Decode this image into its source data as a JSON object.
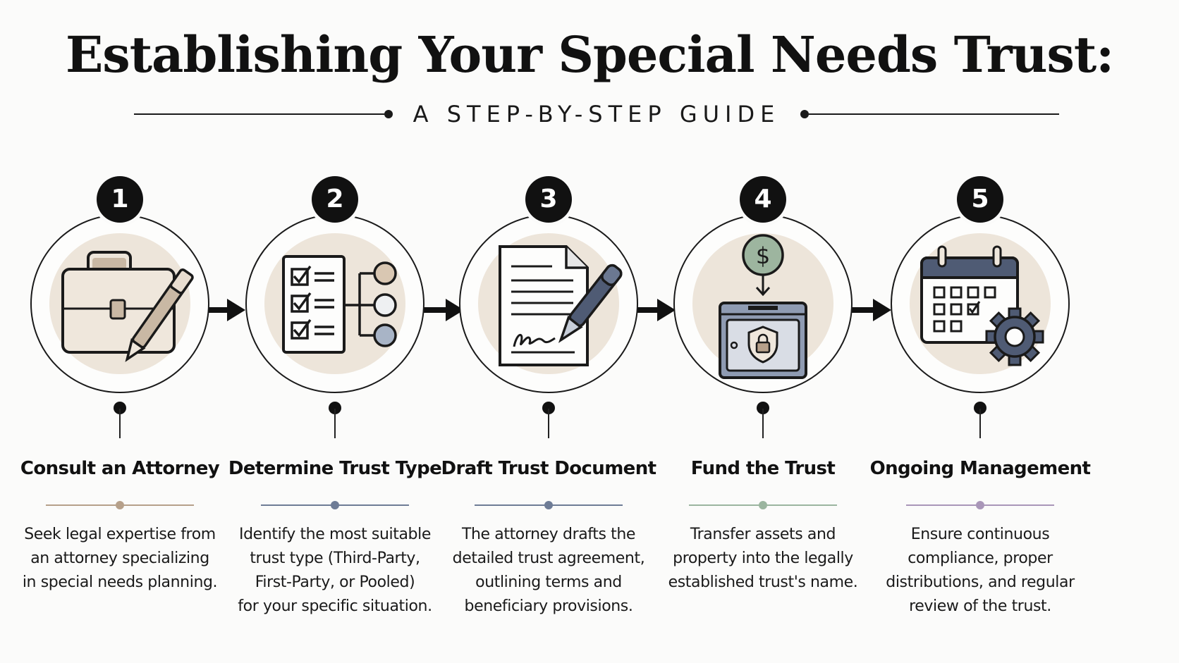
{
  "title": "Establishing Your Special Needs Trust:",
  "subtitle": "A STEP-BY-STEP GUIDE",
  "colors": {
    "ink": "#111111",
    "disc": "#ede5da",
    "tan": "#b6a08a",
    "slate": "#6e7c96",
    "sage": "#9bb59f",
    "lavender": "#a996b8"
  },
  "steps": [
    {
      "number": "1",
      "icon": "briefcase-pen-icon",
      "title": "Consult an Attorney",
      "divider_color": "#b6a08a",
      "desc": [
        "Seek legal expertise from",
        "an attorney specializing",
        "in special needs planning."
      ]
    },
    {
      "number": "2",
      "icon": "checklist-options-icon",
      "title": "Determine Trust Type",
      "divider_color": "#6e7c96",
      "desc": [
        "Identify the most suitable",
        "trust type (Third-Party,",
        "First-Party, or Pooled)",
        "for your specific situation."
      ]
    },
    {
      "number": "3",
      "icon": "document-signature-icon",
      "title": "Draft Trust Document",
      "divider_color": "#6e7c96",
      "desc": [
        "The attorney drafts the",
        "detailed trust agreement,",
        "outlining terms and",
        "beneficiary provisions."
      ]
    },
    {
      "number": "4",
      "icon": "money-safe-icon",
      "title": "Fund the Trust",
      "divider_color": "#9bb59f",
      "desc": [
        "Transfer assets and",
        "property into the legally",
        "established trust's name."
      ]
    },
    {
      "number": "5",
      "icon": "calendar-gear-icon",
      "title": "Ongoing Management",
      "divider_color": "#a996b8",
      "desc": [
        "Ensure continuous",
        "compliance, proper",
        "distributions, and regular",
        "review of the trust."
      ]
    }
  ]
}
